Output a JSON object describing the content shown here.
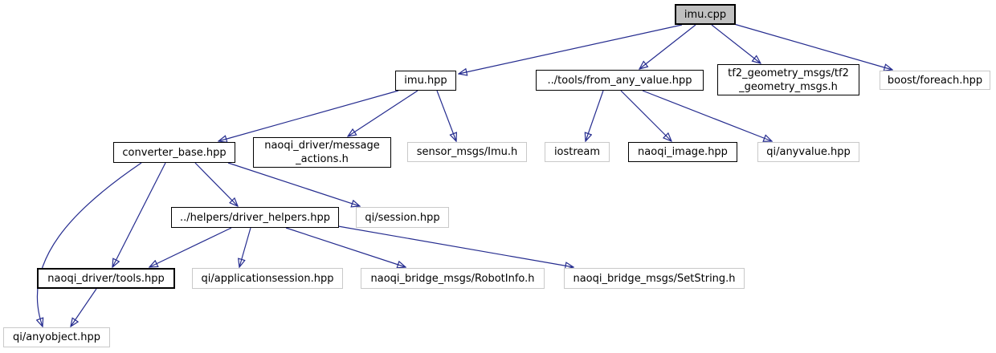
{
  "diagram": {
    "type": "include-dependency-graph",
    "root": "imu.cpp",
    "colors": {
      "edge": "#252C8F",
      "main_node_fill": "#C0C0C0",
      "internal_border": "#000000",
      "external_border": "#C9C9C9",
      "background": "#FFFFFF",
      "text": "#000000"
    },
    "nodes": [
      {
        "id": "imu_cpp",
        "label": "imu.cpp",
        "lines": [
          "imu.cpp"
        ],
        "kind": "main"
      },
      {
        "id": "imu_hpp",
        "label": "imu.hpp",
        "lines": [
          "imu.hpp"
        ],
        "kind": "internal"
      },
      {
        "id": "from_any_value",
        "label": "../tools/from_any_value.hpp",
        "lines": [
          "../tools/from_any_value.hpp"
        ],
        "kind": "internal"
      },
      {
        "id": "tf2_geometry_msgs",
        "label": "tf2_geometry_msgs/tf2_geometry_msgs.h",
        "lines": [
          "tf2_geometry_msgs/tf2",
          "_geometry_msgs.h"
        ],
        "kind": "internal"
      },
      {
        "id": "boost_foreach",
        "label": "boost/foreach.hpp",
        "lines": [
          "boost/foreach.hpp"
        ],
        "kind": "external"
      },
      {
        "id": "converter_base",
        "label": "converter_base.hpp",
        "lines": [
          "converter_base.hpp"
        ],
        "kind": "internal"
      },
      {
        "id": "message_actions",
        "label": "naoqi_driver/message_actions.h",
        "lines": [
          "naoqi_driver/message",
          "_actions.h"
        ],
        "kind": "internal"
      },
      {
        "id": "sensor_imu",
        "label": "sensor_msgs/Imu.h",
        "lines": [
          "sensor_msgs/Imu.h"
        ],
        "kind": "external"
      },
      {
        "id": "iostream",
        "label": "iostream",
        "lines": [
          "iostream"
        ],
        "kind": "external"
      },
      {
        "id": "naoqi_image",
        "label": "naoqi_image.hpp",
        "lines": [
          "naoqi_image.hpp"
        ],
        "kind": "internal"
      },
      {
        "id": "anyvalue",
        "label": "qi/anyvalue.hpp",
        "lines": [
          "qi/anyvalue.hpp"
        ],
        "kind": "external"
      },
      {
        "id": "driver_helpers",
        "label": "../helpers/driver_helpers.hpp",
        "lines": [
          "../helpers/driver_helpers.hpp"
        ],
        "kind": "internal"
      },
      {
        "id": "session",
        "label": "qi/session.hpp",
        "lines": [
          "qi/session.hpp"
        ],
        "kind": "external"
      },
      {
        "id": "tools",
        "label": "naoqi_driver/tools.hpp",
        "lines": [
          "naoqi_driver/tools.hpp"
        ],
        "kind": "internal-bold"
      },
      {
        "id": "applicationsession",
        "label": "qi/applicationsession.hpp",
        "lines": [
          "qi/applicationsession.hpp"
        ],
        "kind": "external"
      },
      {
        "id": "robotinfo",
        "label": "naoqi_bridge_msgs/RobotInfo.h",
        "lines": [
          "naoqi_bridge_msgs/RobotInfo.h"
        ],
        "kind": "external"
      },
      {
        "id": "setstring",
        "label": "naoqi_bridge_msgs/SetString.h",
        "lines": [
          "naoqi_bridge_msgs/SetString.h"
        ],
        "kind": "external"
      },
      {
        "id": "anyobject",
        "label": "qi/anyobject.hpp",
        "lines": [
          "qi/anyobject.hpp"
        ],
        "kind": "external"
      }
    ],
    "edges": [
      {
        "from": "imu_cpp",
        "to": "imu_hpp"
      },
      {
        "from": "imu_cpp",
        "to": "from_any_value"
      },
      {
        "from": "imu_cpp",
        "to": "tf2_geometry_msgs"
      },
      {
        "from": "imu_cpp",
        "to": "boost_foreach"
      },
      {
        "from": "imu_hpp",
        "to": "converter_base"
      },
      {
        "from": "imu_hpp",
        "to": "message_actions"
      },
      {
        "from": "imu_hpp",
        "to": "sensor_imu"
      },
      {
        "from": "from_any_value",
        "to": "iostream"
      },
      {
        "from": "from_any_value",
        "to": "naoqi_image"
      },
      {
        "from": "from_any_value",
        "to": "anyvalue"
      },
      {
        "from": "converter_base",
        "to": "driver_helpers"
      },
      {
        "from": "converter_base",
        "to": "session"
      },
      {
        "from": "converter_base",
        "to": "tools"
      },
      {
        "from": "converter_base",
        "to": "anyobject"
      },
      {
        "from": "driver_helpers",
        "to": "tools"
      },
      {
        "from": "driver_helpers",
        "to": "applicationsession"
      },
      {
        "from": "driver_helpers",
        "to": "robotinfo"
      },
      {
        "from": "driver_helpers",
        "to": "setstring"
      },
      {
        "from": "tools",
        "to": "anyobject"
      }
    ]
  }
}
